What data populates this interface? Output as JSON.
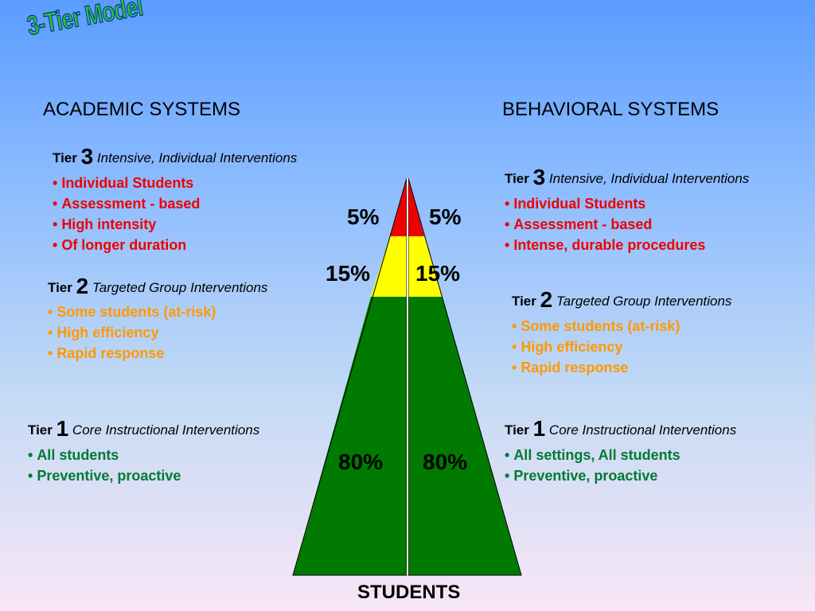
{
  "slide": {
    "title": "3-Tier Model",
    "bottom_label": "STUDENTS"
  },
  "academic": {
    "heading": "ACADEMIC SYSTEMS",
    "tier3": {
      "word": "Tier",
      "num": "3",
      "desc": "Intensive, Individual Interventions",
      "bullets": [
        "Individual Students",
        "Assessment - based",
        "High intensity",
        "Of longer duration"
      ]
    },
    "tier2": {
      "word": "Tier",
      "num": "2",
      "desc": "Targeted Group Interventions",
      "bullets": [
        "Some students (at-risk)",
        "High efficiency",
        "Rapid response"
      ]
    },
    "tier1": {
      "word": "Tier",
      "num": "1",
      "desc": "Core Instructional Interventions",
      "bullets": [
        "All students",
        "Preventive,  proactive"
      ]
    }
  },
  "behavioral": {
    "heading": "BEHAVIORAL SYSTEMS",
    "tier3": {
      "word": "Tier",
      "num": "3",
      "desc": "Intensive, Individual Interventions",
      "bullets": [
        "Individual Students",
        "Assessment - based",
        "Intense, durable procedures"
      ]
    },
    "tier2": {
      "word": "Tier",
      "num": "2",
      "desc": "Targeted Group Interventions",
      "bullets": [
        "Some students (at-risk)",
        "High efficiency",
        "Rapid response"
      ]
    },
    "tier1": {
      "word": "Tier",
      "num": "1",
      "desc": "Core Instructional Interventions",
      "bullets": [
        "All settings, All students",
        "Preventive,  proactive"
      ]
    }
  },
  "pyramid": {
    "colors": {
      "tier3": "#ee0000",
      "tier2": "#ffff00",
      "tier1": "#007a00",
      "divider": "#ffffff",
      "outline": "#000000"
    },
    "percent_labels": {
      "tier3_left": "5%",
      "tier3_right": "5%",
      "tier2_left": "15%",
      "tier2_right": "15%",
      "tier1_left": "80%",
      "tier1_right": "80%"
    }
  }
}
